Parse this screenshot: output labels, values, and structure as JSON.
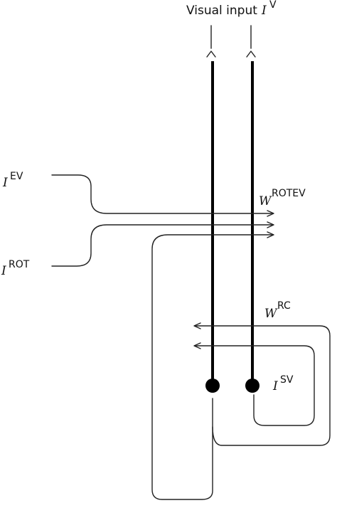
{
  "title": {
    "text": "Visual input",
    "symbol": "I",
    "superscript": "V"
  },
  "inputs": {
    "ev": {
      "symbol": "I",
      "superscript": "EV"
    },
    "rot": {
      "symbol": "I",
      "superscript": "ROT"
    },
    "sv": {
      "symbol": "I",
      "superscript": "SV"
    }
  },
  "weights": {
    "rotev": {
      "symbol": "W",
      "superscript": "ROTEV"
    },
    "rc": {
      "symbol": "W",
      "superscript": "RC"
    }
  }
}
